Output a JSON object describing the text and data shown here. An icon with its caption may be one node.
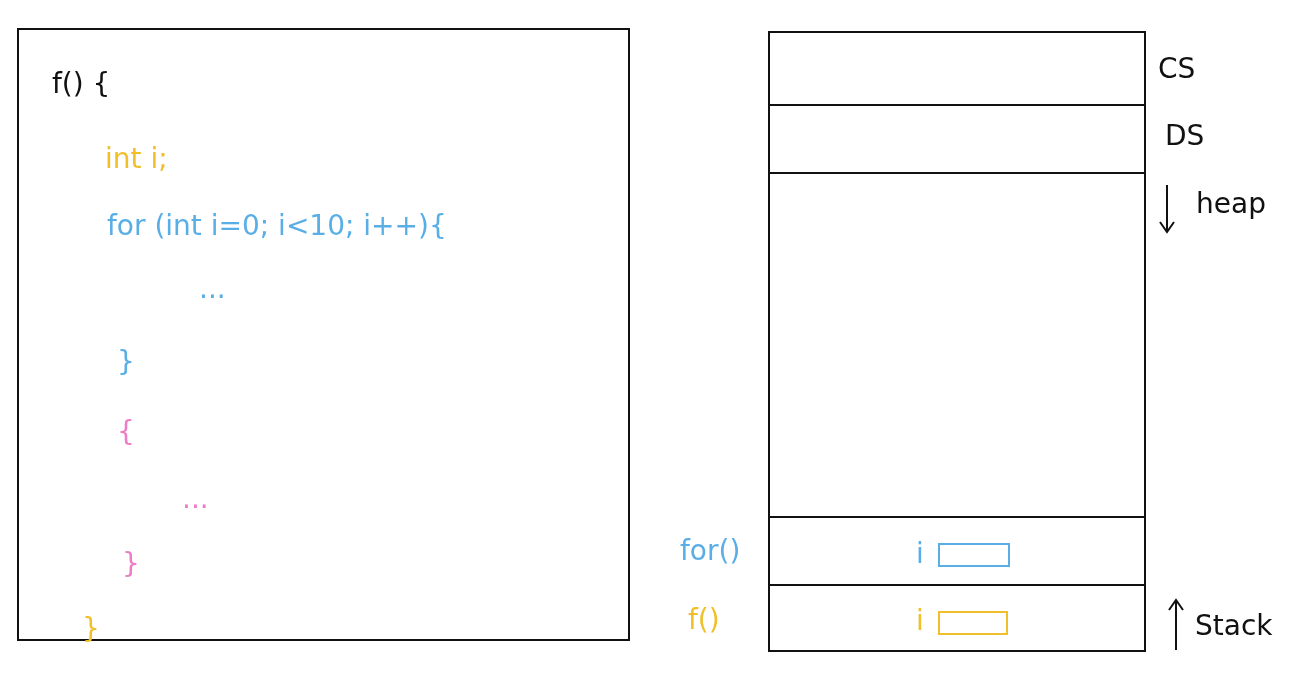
{
  "diagram": {
    "nodes": [
      {
        "text": [
          "f() {",
          "int i;",
          "for (int i=0; i<10; i++){",
          "...",
          "}",
          "{",
          "...",
          "}",
          "}"
        ]
      },
      {
        "text": [],
        "shape": "box",
        "beside": [
          "CS"
        ]
      },
      {
        "text": [],
        "shape": "box",
        "beside": [
          "DS"
        ]
      },
      {
        "text": [],
        "shape": "box",
        "beside": [
          "heap"
        ]
      },
      {
        "text": [],
        "shape": "box",
        "beside": [
          "for()"
        ]
      },
      {
        "text": [],
        "shape": "box",
        "in": 4,
        "beside": [
          "i"
        ]
      },
      {
        "text": [],
        "shape": "box",
        "beside": [
          "f()",
          "Stack"
        ]
      },
      {
        "text": [],
        "shape": "box",
        "in": 6,
        "beside": [
          "i"
        ]
      }
    ]
  }
}
